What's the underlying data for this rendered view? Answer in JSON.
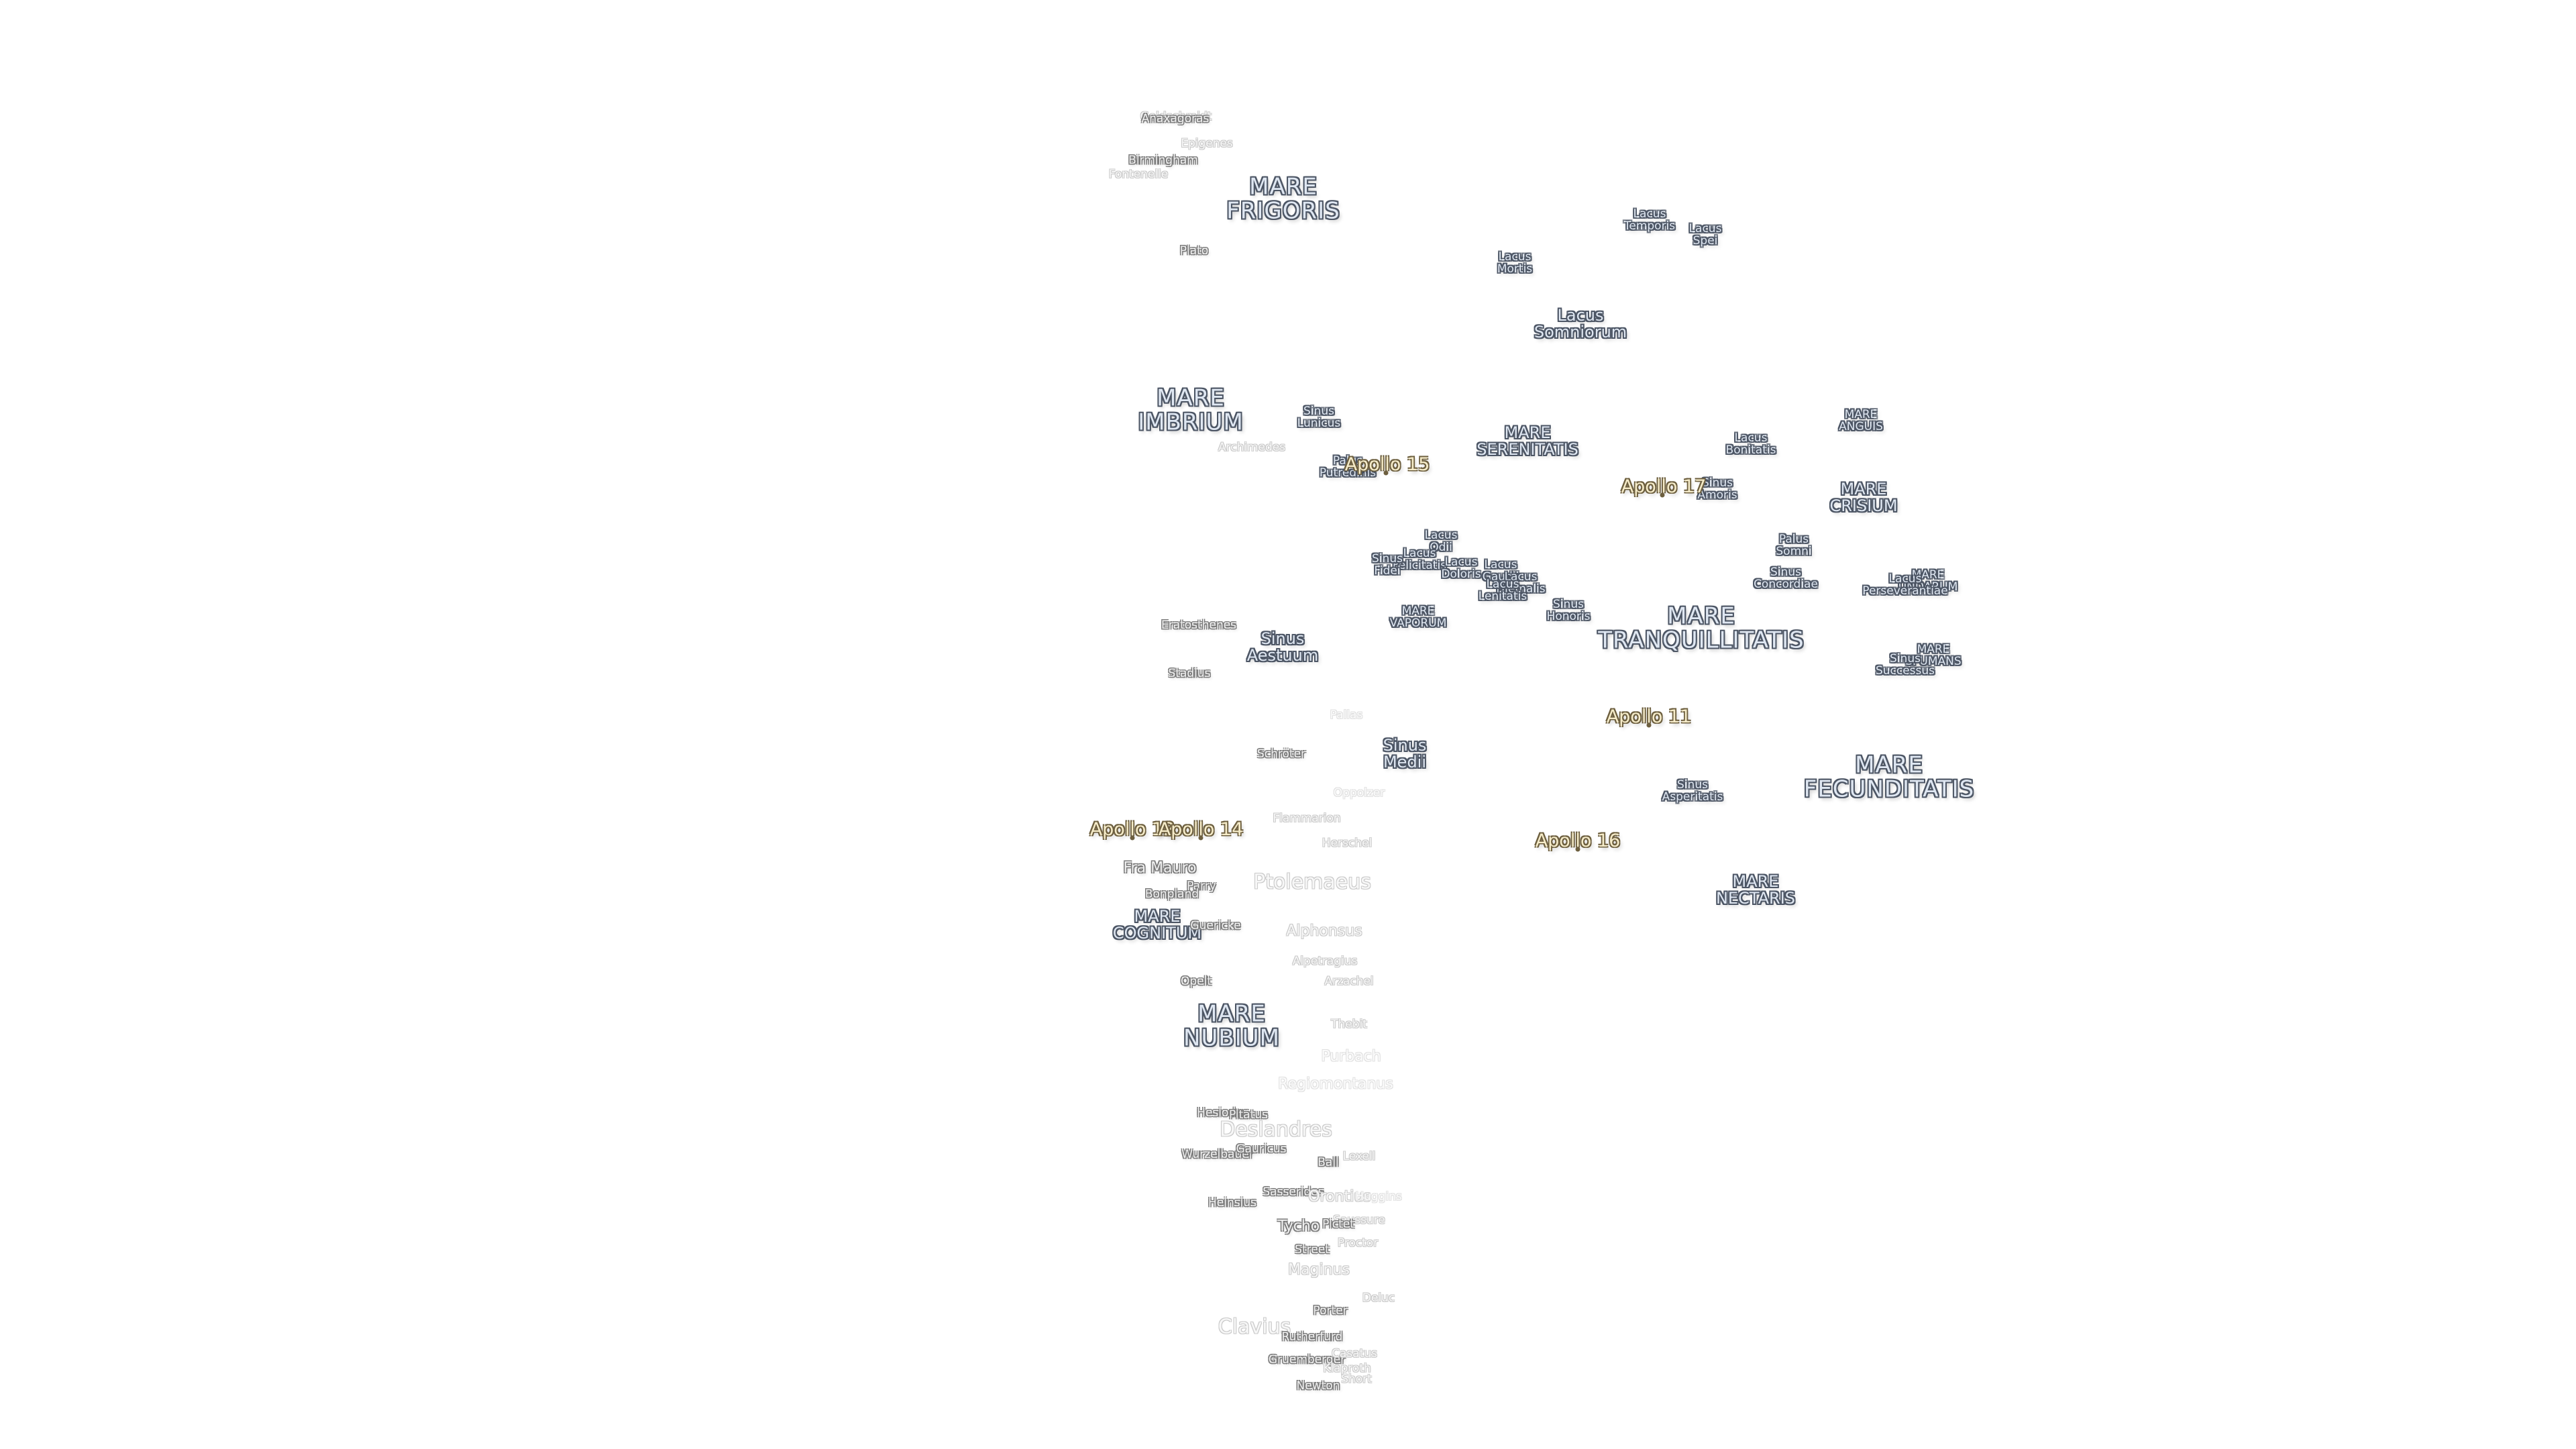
{
  "colors": {
    "background": "#ffffff",
    "sea_text": "#dfe7f2",
    "sea_outline": "#4d5665",
    "crater_outline": "#7b7b7b",
    "apollo_text": "#f6ecc9",
    "apollo_outline": "#6d5f3f"
  },
  "maria": [
    {
      "name": "MARE\nFRIGORIS",
      "cls": "big"
    },
    {
      "name": "MARE\nIMBRIUM",
      "cls": "big"
    },
    {
      "name": "MARE\nSERENITATIS",
      "cls": "mid"
    },
    {
      "name": "MARE\nTRANQUILLITATIS",
      "cls": "big"
    },
    {
      "name": "MARE\nCRISIUM",
      "cls": "mid"
    },
    {
      "name": "MARE\nFECUNDITATIS",
      "cls": "big"
    },
    {
      "name": "MARE\nNECTARIS",
      "cls": "mid"
    },
    {
      "name": "MARE\nNUBIUM",
      "cls": "big"
    },
    {
      "name": "MARE\nCOGNITUM",
      "cls": "mid"
    },
    {
      "name": "MARE\nVAPORUM",
      "cls": "sm"
    },
    {
      "name": "MARE\nANGUIS",
      "cls": "sm"
    },
    {
      "name": "MARE\nUNDARUM",
      "cls": "sm"
    },
    {
      "name": "MARE\nSPUMANS",
      "cls": "sm"
    }
  ],
  "lacus_sinus": [
    {
      "name": "Lacus\nTemporis",
      "cls": "sm"
    },
    {
      "name": "Lacus\nSpei",
      "cls": "sm"
    },
    {
      "name": "Lacus\nMortis",
      "cls": "sm"
    },
    {
      "name": "Lacus\nSomniorum",
      "cls": "mid"
    },
    {
      "name": "Sinus\nLunicus",
      "cls": "sm"
    },
    {
      "name": "Palus\nPutredinis",
      "cls": "sm"
    },
    {
      "name": "Lacus\nBonitatis",
      "cls": "sm"
    },
    {
      "name": "Sinus\nAmoris",
      "cls": "sm"
    },
    {
      "name": "Palus\nSomni",
      "cls": "sm"
    },
    {
      "name": "Sinus\nConcordiae",
      "cls": "sm"
    },
    {
      "name": "Lacus\nPerseverantiae",
      "cls": "sm"
    },
    {
      "name": "Lacus\nOdii",
      "cls": "sm"
    },
    {
      "name": "Lacus\nFelicitatis",
      "cls": "sm"
    },
    {
      "name": "Sinus\nFidei",
      "cls": "sm"
    },
    {
      "name": "Lacus\nDoloris",
      "cls": "sm"
    },
    {
      "name": "Lacus\nGaudii",
      "cls": "sm"
    },
    {
      "name": "Lacus\nHiemalis",
      "cls": "sm"
    },
    {
      "name": "Lacus\nLenitatis",
      "cls": "sm"
    },
    {
      "name": "Sinus\nHonoris",
      "cls": "sm"
    },
    {
      "name": "Sinus\nAestuum",
      "cls": "mid"
    },
    {
      "name": "Sinus\nMedii",
      "cls": "mid"
    },
    {
      "name": "Sinus\nAsperitatis",
      "cls": "sm"
    },
    {
      "name": "Sinus\nSuccessus",
      "cls": "sm"
    }
  ],
  "craters": [
    {
      "name": "Goldschmidt",
      "cls": "sm faint"
    },
    {
      "name": "Anaxagoras",
      "cls": "sm"
    },
    {
      "name": "Epigenes",
      "cls": "sm faint"
    },
    {
      "name": "Birmingham",
      "cls": "sm"
    },
    {
      "name": "Fontenelle",
      "cls": "sm faint"
    },
    {
      "name": "Plato",
      "cls": "sm"
    },
    {
      "name": "Archimedes",
      "cls": "sm faint"
    },
    {
      "name": "Eratosthenes",
      "cls": "sm"
    },
    {
      "name": "Stadius",
      "cls": "sm"
    },
    {
      "name": "Pallas",
      "cls": "sm xfaint"
    },
    {
      "name": "Schröter",
      "cls": "sm"
    },
    {
      "name": "Oppolzer",
      "cls": "sm xfaint"
    },
    {
      "name": "Flammarion",
      "cls": "sm faint"
    },
    {
      "name": "Herschel",
      "cls": "sm faint"
    },
    {
      "name": "Fra Mauro",
      "cls": "md"
    },
    {
      "name": "Parry",
      "cls": "sm"
    },
    {
      "name": "Bonpland",
      "cls": "sm"
    },
    {
      "name": "Ptolemaeus",
      "cls": "lg faint"
    },
    {
      "name": "Guericke",
      "cls": "sm"
    },
    {
      "name": "Alphonsus",
      "cls": "md faint"
    },
    {
      "name": "Alpetragius",
      "cls": "sm faint"
    },
    {
      "name": "Arzachel",
      "cls": "sm faint"
    },
    {
      "name": "Opelt",
      "cls": "sm"
    },
    {
      "name": "Thebit",
      "cls": "sm faint"
    },
    {
      "name": "Purbach",
      "cls": "md xfaint"
    },
    {
      "name": "Regiomontanus",
      "cls": "md xfaint"
    },
    {
      "name": "Hesiodus",
      "cls": "sm"
    },
    {
      "name": "Pitatus",
      "cls": "sm"
    },
    {
      "name": "Deslandres",
      "cls": "lg faint"
    },
    {
      "name": "Wurzelbauer",
      "cls": "sm"
    },
    {
      "name": "Gauricus",
      "cls": "sm"
    },
    {
      "name": "Lexell",
      "cls": "sm faint"
    },
    {
      "name": "Ball",
      "cls": "sm"
    },
    {
      "name": "Heinsius",
      "cls": "sm"
    },
    {
      "name": "Sasserides",
      "cls": "sm"
    },
    {
      "name": "Orontius",
      "cls": "md faint"
    },
    {
      "name": "Huggins",
      "cls": "sm xfaint"
    },
    {
      "name": "Saussure",
      "cls": "sm faint"
    },
    {
      "name": "Tycho",
      "cls": "md"
    },
    {
      "name": "Pictet",
      "cls": "sm"
    },
    {
      "name": "Street",
      "cls": "sm"
    },
    {
      "name": "Proctor",
      "cls": "sm faint"
    },
    {
      "name": "Maginus",
      "cls": "md faint"
    },
    {
      "name": "Deluc",
      "cls": "sm faint"
    },
    {
      "name": "Porter",
      "cls": "sm"
    },
    {
      "name": "Clavius",
      "cls": "lg faint"
    },
    {
      "name": "Rutherfurd",
      "cls": "sm"
    },
    {
      "name": "Gruemberger",
      "cls": "sm"
    },
    {
      "name": "Casatus",
      "cls": "sm faint"
    },
    {
      "name": "Klaproth",
      "cls": "sm faint"
    },
    {
      "name": "Short",
      "cls": "sm faint"
    },
    {
      "name": "Newton",
      "cls": "sm"
    }
  ],
  "apollo_sites": [
    {
      "name": "Apollo 15"
    },
    {
      "name": "Apollo 17"
    },
    {
      "name": "Apollo 11"
    },
    {
      "name": "Apollo 12"
    },
    {
      "name": "Apollo 14"
    },
    {
      "name": "Apollo 16"
    }
  ]
}
